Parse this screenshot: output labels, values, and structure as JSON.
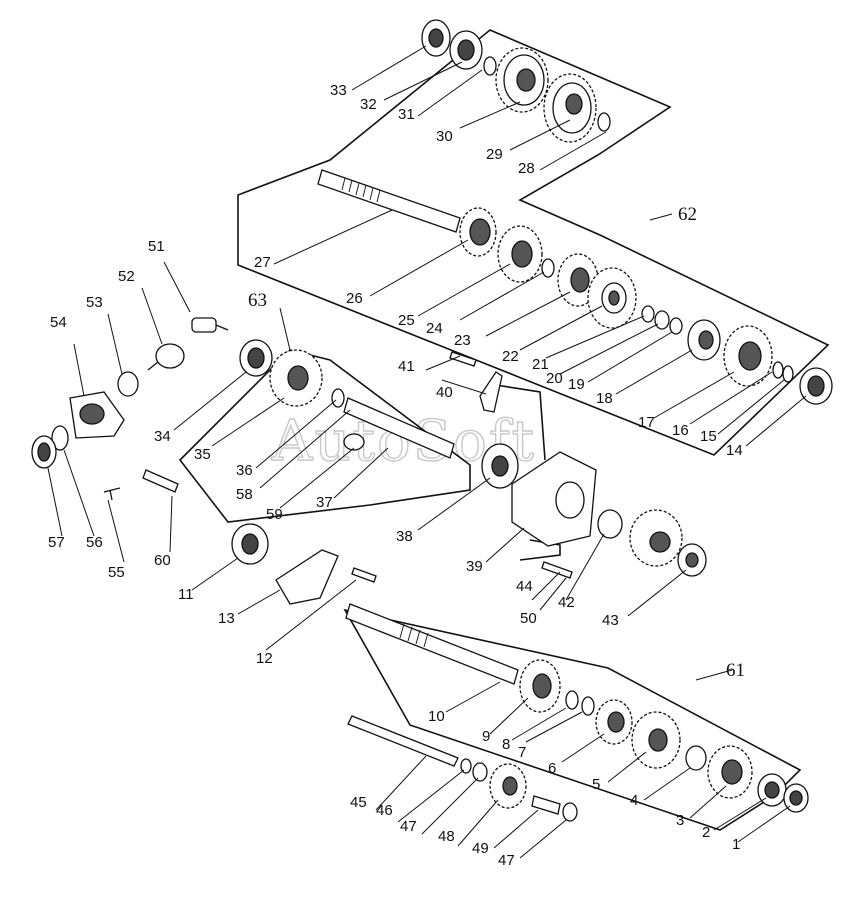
{
  "watermark": "AutoSoft",
  "callouts": [
    "1",
    "2",
    "3",
    "4",
    "5",
    "6",
    "7",
    "8",
    "9",
    "10",
    "11",
    "12",
    "13",
    "14",
    "15",
    "16",
    "17",
    "18",
    "19",
    "20",
    "21",
    "22",
    "23",
    "24",
    "25",
    "26",
    "27",
    "28",
    "29",
    "30",
    "31",
    "32",
    "33",
    "34",
    "35",
    "36",
    "37",
    "38",
    "39",
    "40",
    "41",
    "42",
    "43",
    "44",
    "45",
    "46",
    "47",
    "47",
    "48",
    "49",
    "50",
    "51",
    "52",
    "53",
    "54",
    "55",
    "56",
    "57",
    "58",
    "59",
    "60"
  ],
  "groups": [
    "61",
    "62",
    "63"
  ]
}
